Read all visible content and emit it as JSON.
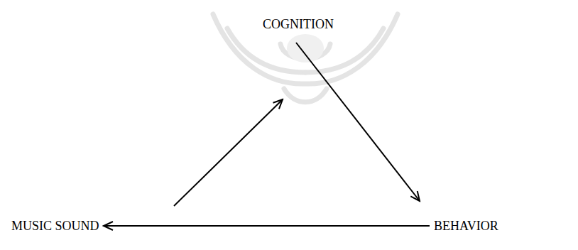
{
  "diagram": {
    "nodes": [
      {
        "text": [
          "COGNITION"
        ]
      },
      {
        "text": [
          "MUSIC SOUND"
        ]
      },
      {
        "text": [
          "BEHAVIOR"
        ]
      }
    ],
    "edges": [
      {
        "from": 1,
        "to": 0,
        "arrow": "to"
      },
      {
        "from": 0,
        "to": 2,
        "arrow": "to"
      },
      {
        "from": 2,
        "to": 1,
        "arrow": "to"
      }
    ]
  }
}
